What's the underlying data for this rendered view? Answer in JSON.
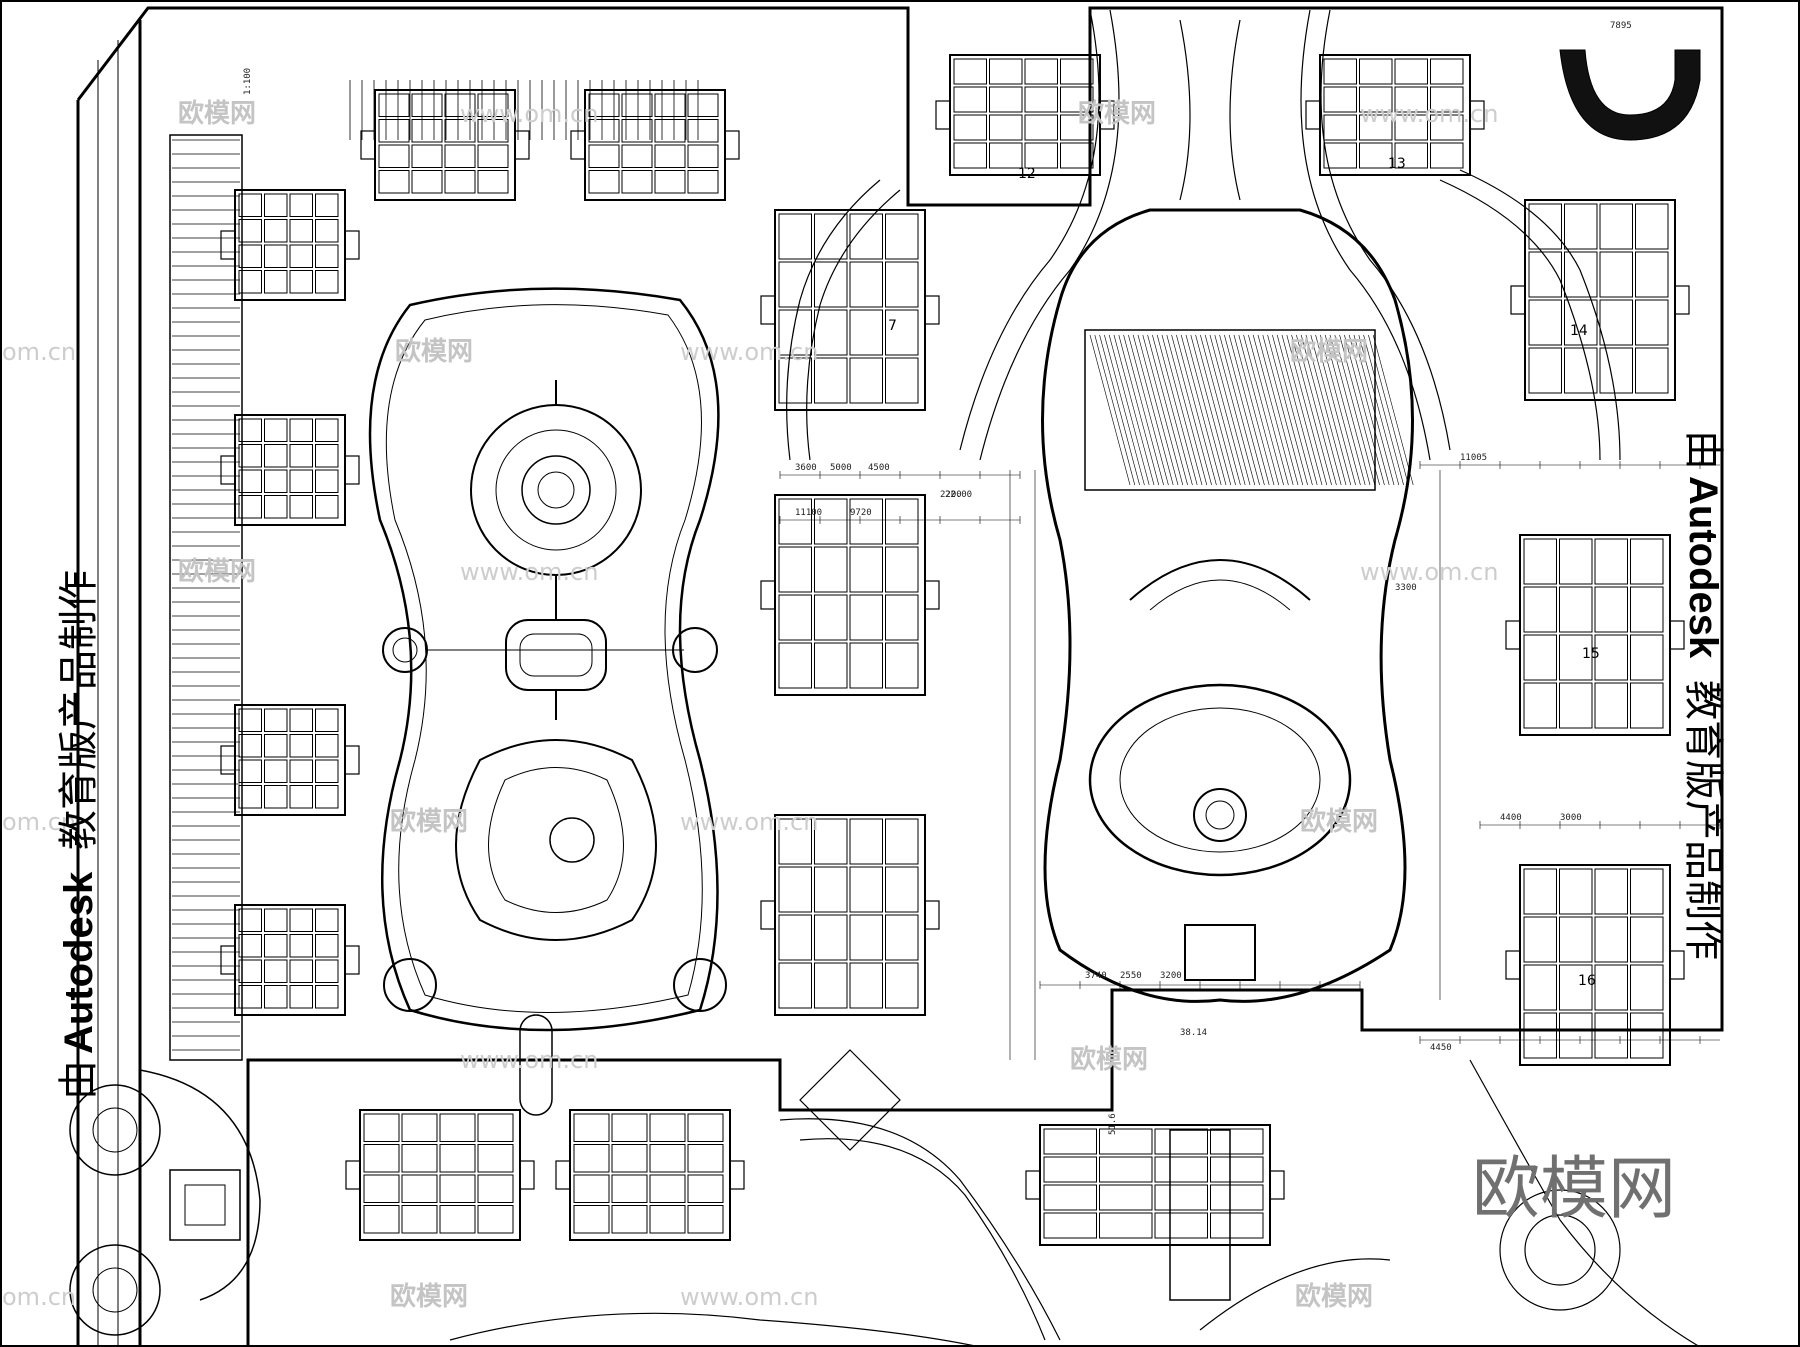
{
  "watermark": {
    "brand_cn": "欧模网",
    "site": "www.om.cn",
    "site_partial": "om.cn",
    "big_logo": "欧模网"
  },
  "autodesk_stamp": {
    "prefix": "由",
    "brand": "Autodesk",
    "suffix": "教育版产品制作"
  },
  "building_numbers": [
    "7",
    "12",
    "13",
    "14",
    "15",
    "16"
  ],
  "dimension_labels": [
    "3600",
    "5000",
    "4500",
    "2200",
    "11005",
    "11100",
    "9720",
    "7895",
    "3740",
    "2550",
    "3200",
    "38.14",
    "4450",
    "4400",
    "3000",
    "1:100",
    "22.00",
    "51.6",
    "3300"
  ]
}
